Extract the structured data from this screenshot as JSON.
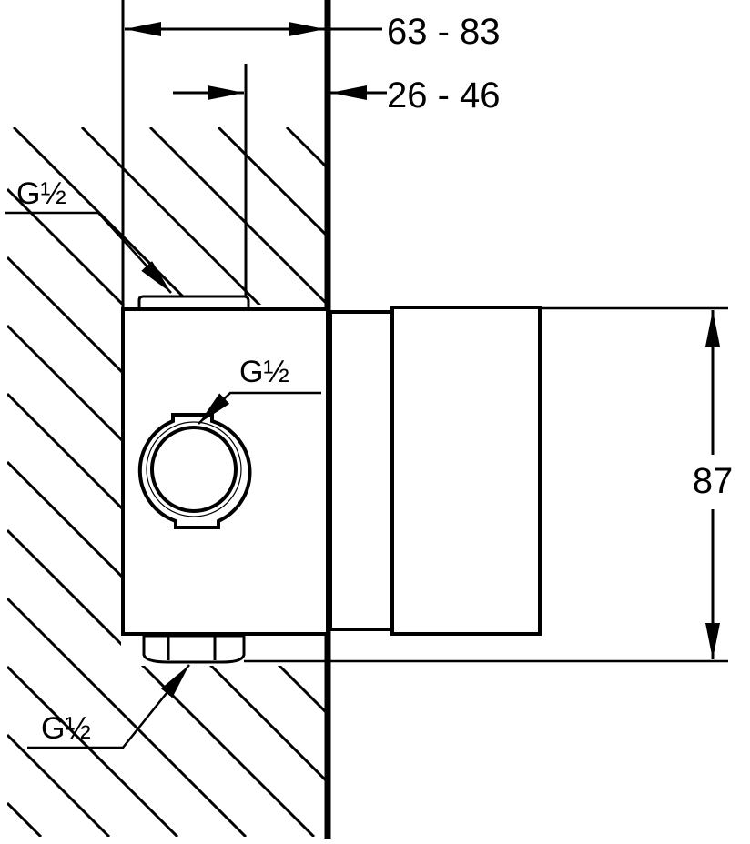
{
  "dimensions": {
    "overall_depth": "63 - 83",
    "mounting_depth": "26 - 46",
    "height": "87"
  },
  "connections": {
    "top": "G½",
    "front": "G½",
    "bottom": "G½"
  },
  "colors": {
    "line": "#000000",
    "background": "#ffffff"
  }
}
